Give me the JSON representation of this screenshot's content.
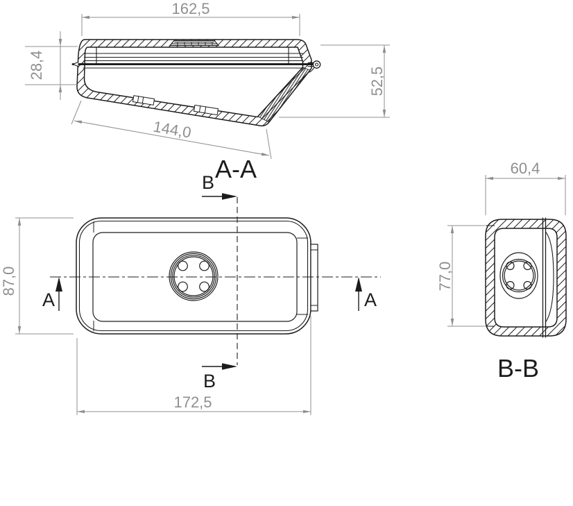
{
  "drawing": {
    "background": "#ffffff",
    "object_line_color": "#1c1c1c",
    "dimension_color": "#8f8f8f",
    "section_aa": {
      "title": "A-A",
      "dim_top_width": "162,5",
      "dim_left_height": "28,4",
      "dim_right_height": "52,5",
      "dim_bottom_width": "144,0"
    },
    "plan": {
      "dim_height": "87,0",
      "dim_width": "172,5",
      "marker_a_left": "A",
      "marker_a_right": "A",
      "marker_b_top": "B",
      "marker_b_bottom": "B"
    },
    "section_bb": {
      "title": "B-B",
      "dim_top_width": "60,4",
      "dim_left_height": "77,0"
    }
  }
}
